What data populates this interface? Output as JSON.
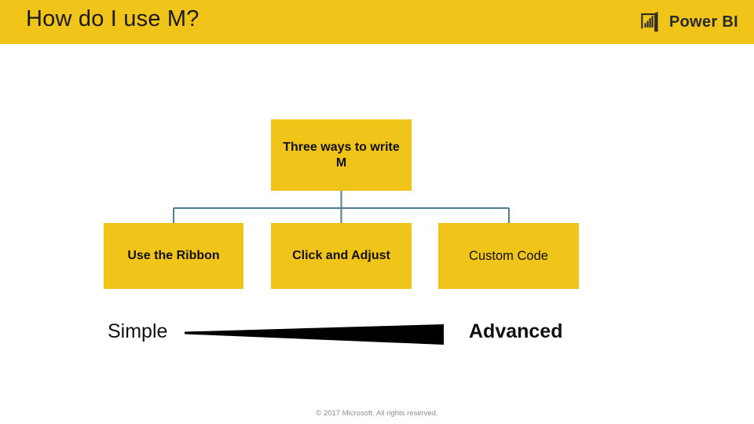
{
  "header": {
    "title": "How do I use M?",
    "banner_color": "#F0C419",
    "brand": {
      "name": "Power BI",
      "icon": "bar-chart-icon"
    }
  },
  "diagram": {
    "type": "hierarchy",
    "node_color": "#F0C419",
    "connector_color": "#4F7C91",
    "root": {
      "label": "Three ways to write M"
    },
    "children": [
      {
        "label": "Use the Ribbon"
      },
      {
        "label": "Click and Adjust"
      },
      {
        "label": "Custom Code"
      }
    ]
  },
  "spectrum": {
    "left_label": "Simple",
    "right_label": "Advanced",
    "wedge_color": "#000000"
  },
  "footer": {
    "copyright": "© 2017 Microsoft. All rights reserved."
  }
}
